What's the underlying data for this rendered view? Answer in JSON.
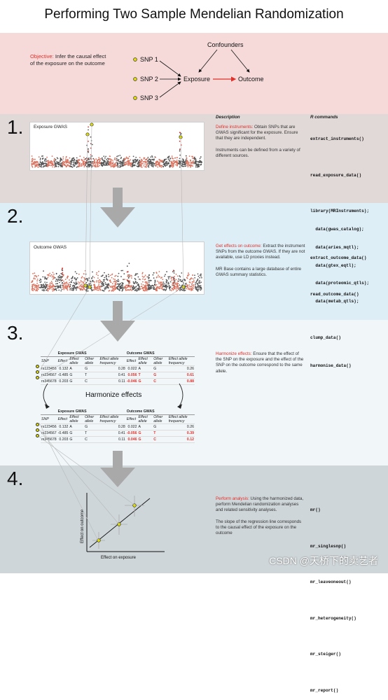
{
  "title": "Performing Two Sample Mendelian Randomization",
  "objective": {
    "label": "Objective:",
    "text": "Infer the causal effect of the exposure on the outcome"
  },
  "dag": {
    "snps": [
      "SNP 1",
      "SNP 2",
      "SNP 3"
    ],
    "exposure": "Exposure",
    "outcome": "Outcome",
    "confounders": "Confounders"
  },
  "headers": {
    "description": "Description",
    "r_commands": "R commands"
  },
  "sections": [
    {
      "number": "1.",
      "panel_label": "Exposure GWAS",
      "desc_highlight": "Define instruments:",
      "desc_text": " Obtain SNPs that are GWAS significant for the exposure. Ensure that they are independent.",
      "desc_text2": "Instruments can be defined from a variety of different sources.",
      "commands": [
        "extract_instruments()",
        "",
        "read_exposure_data()",
        "",
        "library(MRInstruments);",
        "  data(gwas_catalog);",
        "  data(aries_mqtl);",
        "  data(gtex_eqtl);",
        "  data(proteomic_qtls);",
        "  data(metab_qtls);",
        "",
        "clump_data()"
      ]
    },
    {
      "number": "2.",
      "panel_label": "Outcome GWAS",
      "desc_highlight": "Get effects on outcome:",
      "desc_text": " Extract the instrument SNPs from the outcome GWAS. If they are not available, use LD proxies instead.",
      "desc_text2": "MR Base contains a large database of entire GWAS summary statistics.",
      "commands": [
        "extract_outcome_data()",
        "",
        "read_outcome_data()"
      ]
    },
    {
      "number": "3.",
      "desc_highlight": "Harmonize effects:",
      "desc_text": " Ensure that the effect of the SNP on the exposure and the effect of the SNP on the outcome correspond to the same allele.",
      "harmonize_title": "Harmonize effects",
      "commands": [
        "harmonise_data()"
      ]
    },
    {
      "number": "4.",
      "desc_highlight": "Perform analysis:",
      "desc_text": " Using the harmonized data, perform Mendelian randomization analyses and related sensitivity analyses.",
      "desc_text2": "The slope of the regression line corresponds to the causal effect of the exposure on the outcome",
      "x_label": "Effect on exposure",
      "y_label": "Effect on outcome",
      "commands": [
        "mr()",
        "",
        "mr_singlesnp()",
        "",
        "mr_leaveoneout()",
        "",
        "mr_heterogeneity()",
        "",
        "mr_steiger()",
        "",
        "mr_report()"
      ]
    }
  ],
  "table": {
    "group_exposure": "Exposure GWAS",
    "group_outcome": "Outcome GWAS",
    "col_headers": [
      "SNP",
      "Effect",
      "Effect allele",
      "Other allele",
      "Effect allele frequency",
      "Effect",
      "Effect allele",
      "Other allele",
      "Effect allele frequency"
    ],
    "before": [
      [
        "rs123456",
        "0.132",
        "A",
        "G",
        "0.28",
        "0.022",
        "A",
        "G",
        "0.26"
      ],
      [
        "rs234567",
        "-0.485",
        "G",
        "T",
        "0.41",
        "0.056",
        "T",
        "G",
        "0.61"
      ],
      [
        "rs345678",
        "0.203",
        "G",
        "C",
        "0.11",
        "-0.046",
        "G",
        "C",
        "0.88"
      ]
    ],
    "after": [
      [
        "rs123456",
        "0.132",
        "A",
        "G",
        "0.28",
        "0.022",
        "A",
        "G",
        "0.26"
      ],
      [
        "rs234567",
        "-0.485",
        "G",
        "T",
        "0.41",
        "-0.056",
        "G",
        "T",
        "0.39"
      ],
      [
        "rs345678",
        "0.203",
        "G",
        "C",
        "0.11",
        "0.046",
        "G",
        "C",
        "0.12"
      ]
    ]
  },
  "watermark": "CSDN @天桥下的卖艺者",
  "colors": {
    "objective_bg": "#f6dada",
    "sec1_bg": "#e1d9d8",
    "sec2_bg": "#ddeef6",
    "sec3_bg": "#f1f6f9",
    "sec4_bg": "#cfd6d9",
    "accent_red": "#e0302a",
    "snp_yellow": "#e3e000",
    "arrow_gray": "#a9a9a9",
    "manhattan_salmon": "#d9735f",
    "manhattan_gray": "#555555"
  }
}
